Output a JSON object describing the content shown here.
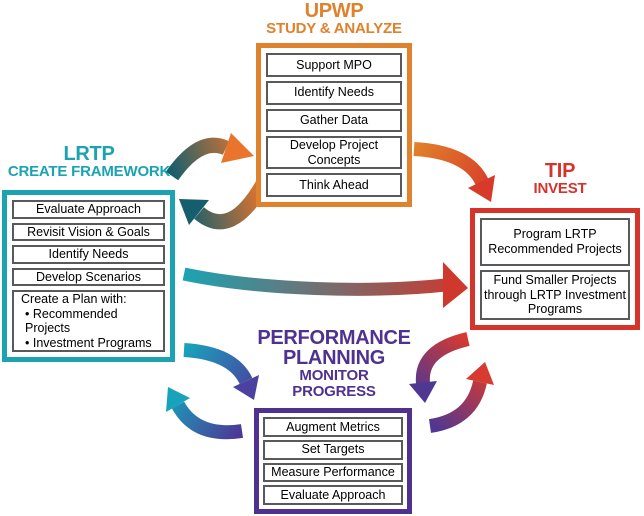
{
  "diagram_title": "Metropolitan planning cycle diagram",
  "colors": {
    "upwp_orange": "#E0812B",
    "lrtp_teal": "#1CA3B2",
    "tip_red": "#D6342B",
    "performance_purple": "#4F3290",
    "inner_box_border_gray": "#58595B",
    "text_black": "#000000",
    "background": "#FFFFFF",
    "arrow_dark_teal": "#155E6D",
    "arrow_blue_purple": "#4A41A0"
  },
  "groups": {
    "upwp": {
      "title": "UPWP",
      "subtitle": "STUDY & ANALYZE",
      "items": [
        "Support MPO",
        "Identify Needs",
        "Gather Data",
        "Develop Project Concepts",
        "Think Ahead"
      ]
    },
    "lrtp": {
      "title": "LRTP",
      "subtitle": "CREATE FRAMEWORK",
      "items": [
        "Evaluate Approach",
        "Revisit Vision & Goals",
        "Identify Needs",
        "Develop Scenarios"
      ],
      "plan_block": {
        "heading": "Create a Plan with:",
        "bullets": [
          "Recommended Projects",
          "Investment Programs"
        ]
      }
    },
    "tip": {
      "title": "TIP",
      "subtitle": "INVEST",
      "items": [
        "Program LRTP Recommended Projects",
        "Fund Smaller Projects through LRTP Investment Programs"
      ]
    },
    "performance": {
      "title_line1": "PERFORMANCE",
      "title_line2": "PLANNING",
      "subtitle_line1": "MONITOR",
      "subtitle_line2": "PROGRESS",
      "items": [
        "Augment Metrics",
        "Set Targets",
        "Measure Performance",
        "Evaluate Approach"
      ]
    }
  },
  "arrows": [
    {
      "from": "LRTP",
      "to": "UPWP",
      "gradient": [
        "#155E6D",
        "#E8752B"
      ]
    },
    {
      "from": "UPWP",
      "to": "LRTP",
      "gradient": [
        "#E8752B",
        "#155E6D"
      ]
    },
    {
      "from": "UPWP",
      "to": "TIP",
      "gradient": [
        "#E0812B",
        "#D73A2A"
      ]
    },
    {
      "from": "LRTP",
      "to": "TIP",
      "gradient": [
        "#1CA3B2",
        "#CE382D"
      ]
    },
    {
      "from": "TIP",
      "to": "PERFORMANCE",
      "gradient": [
        "#D63A30",
        "#4F3792"
      ]
    },
    {
      "from": "PERFORMANCE",
      "to": "TIP",
      "gradient": [
        "#4F3792",
        "#D63A30"
      ]
    },
    {
      "from": "LRTP",
      "to": "PERFORMANCE",
      "gradient": [
        "#18A3BC",
        "#4A41A0"
      ]
    },
    {
      "from": "PERFORMANCE",
      "to": "LRTP",
      "gradient": [
        "#4C3795",
        "#18A3BC"
      ]
    }
  ]
}
